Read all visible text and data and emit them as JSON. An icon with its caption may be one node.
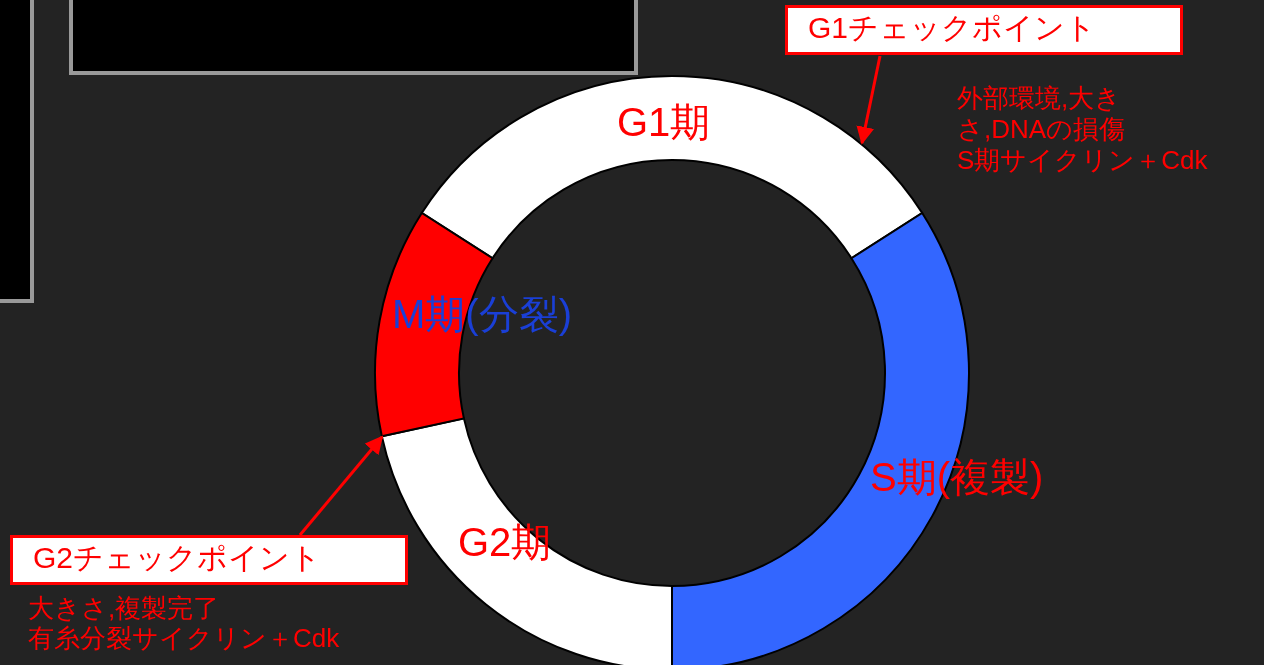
{
  "diagram": {
    "nodes": [
      {
        "text": [
          "G1期"
        ]
      },
      {
        "text": [
          "S期(複製)"
        ]
      },
      {
        "text": [
          "G2期"
        ]
      },
      {
        "text": [
          "M期(分裂)"
        ]
      },
      {
        "text": [
          "G1チェックポイント"
        ],
        "beside": [
          "外部環境,大きさ,DNAの損傷",
          "S期サイクリン＋Cdk"
        ]
      },
      {
        "text": [
          "G2チェックポイント"
        ],
        "beside": [
          "大きさ,複製完了",
          "有糸分裂サイクリン＋Cdk"
        ]
      }
    ],
    "edges": [
      {
        "from": 4,
        "to": 0,
        "arrow": "to"
      },
      {
        "from": 5,
        "to": 2,
        "arrow": "to"
      }
    ]
  }
}
